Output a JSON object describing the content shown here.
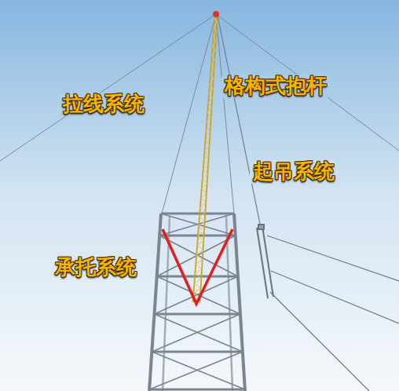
{
  "diagram": {
    "labels": [
      "格构式抱杆",
      "拉线系统",
      "起吊系统",
      "承托系统"
    ]
  }
}
